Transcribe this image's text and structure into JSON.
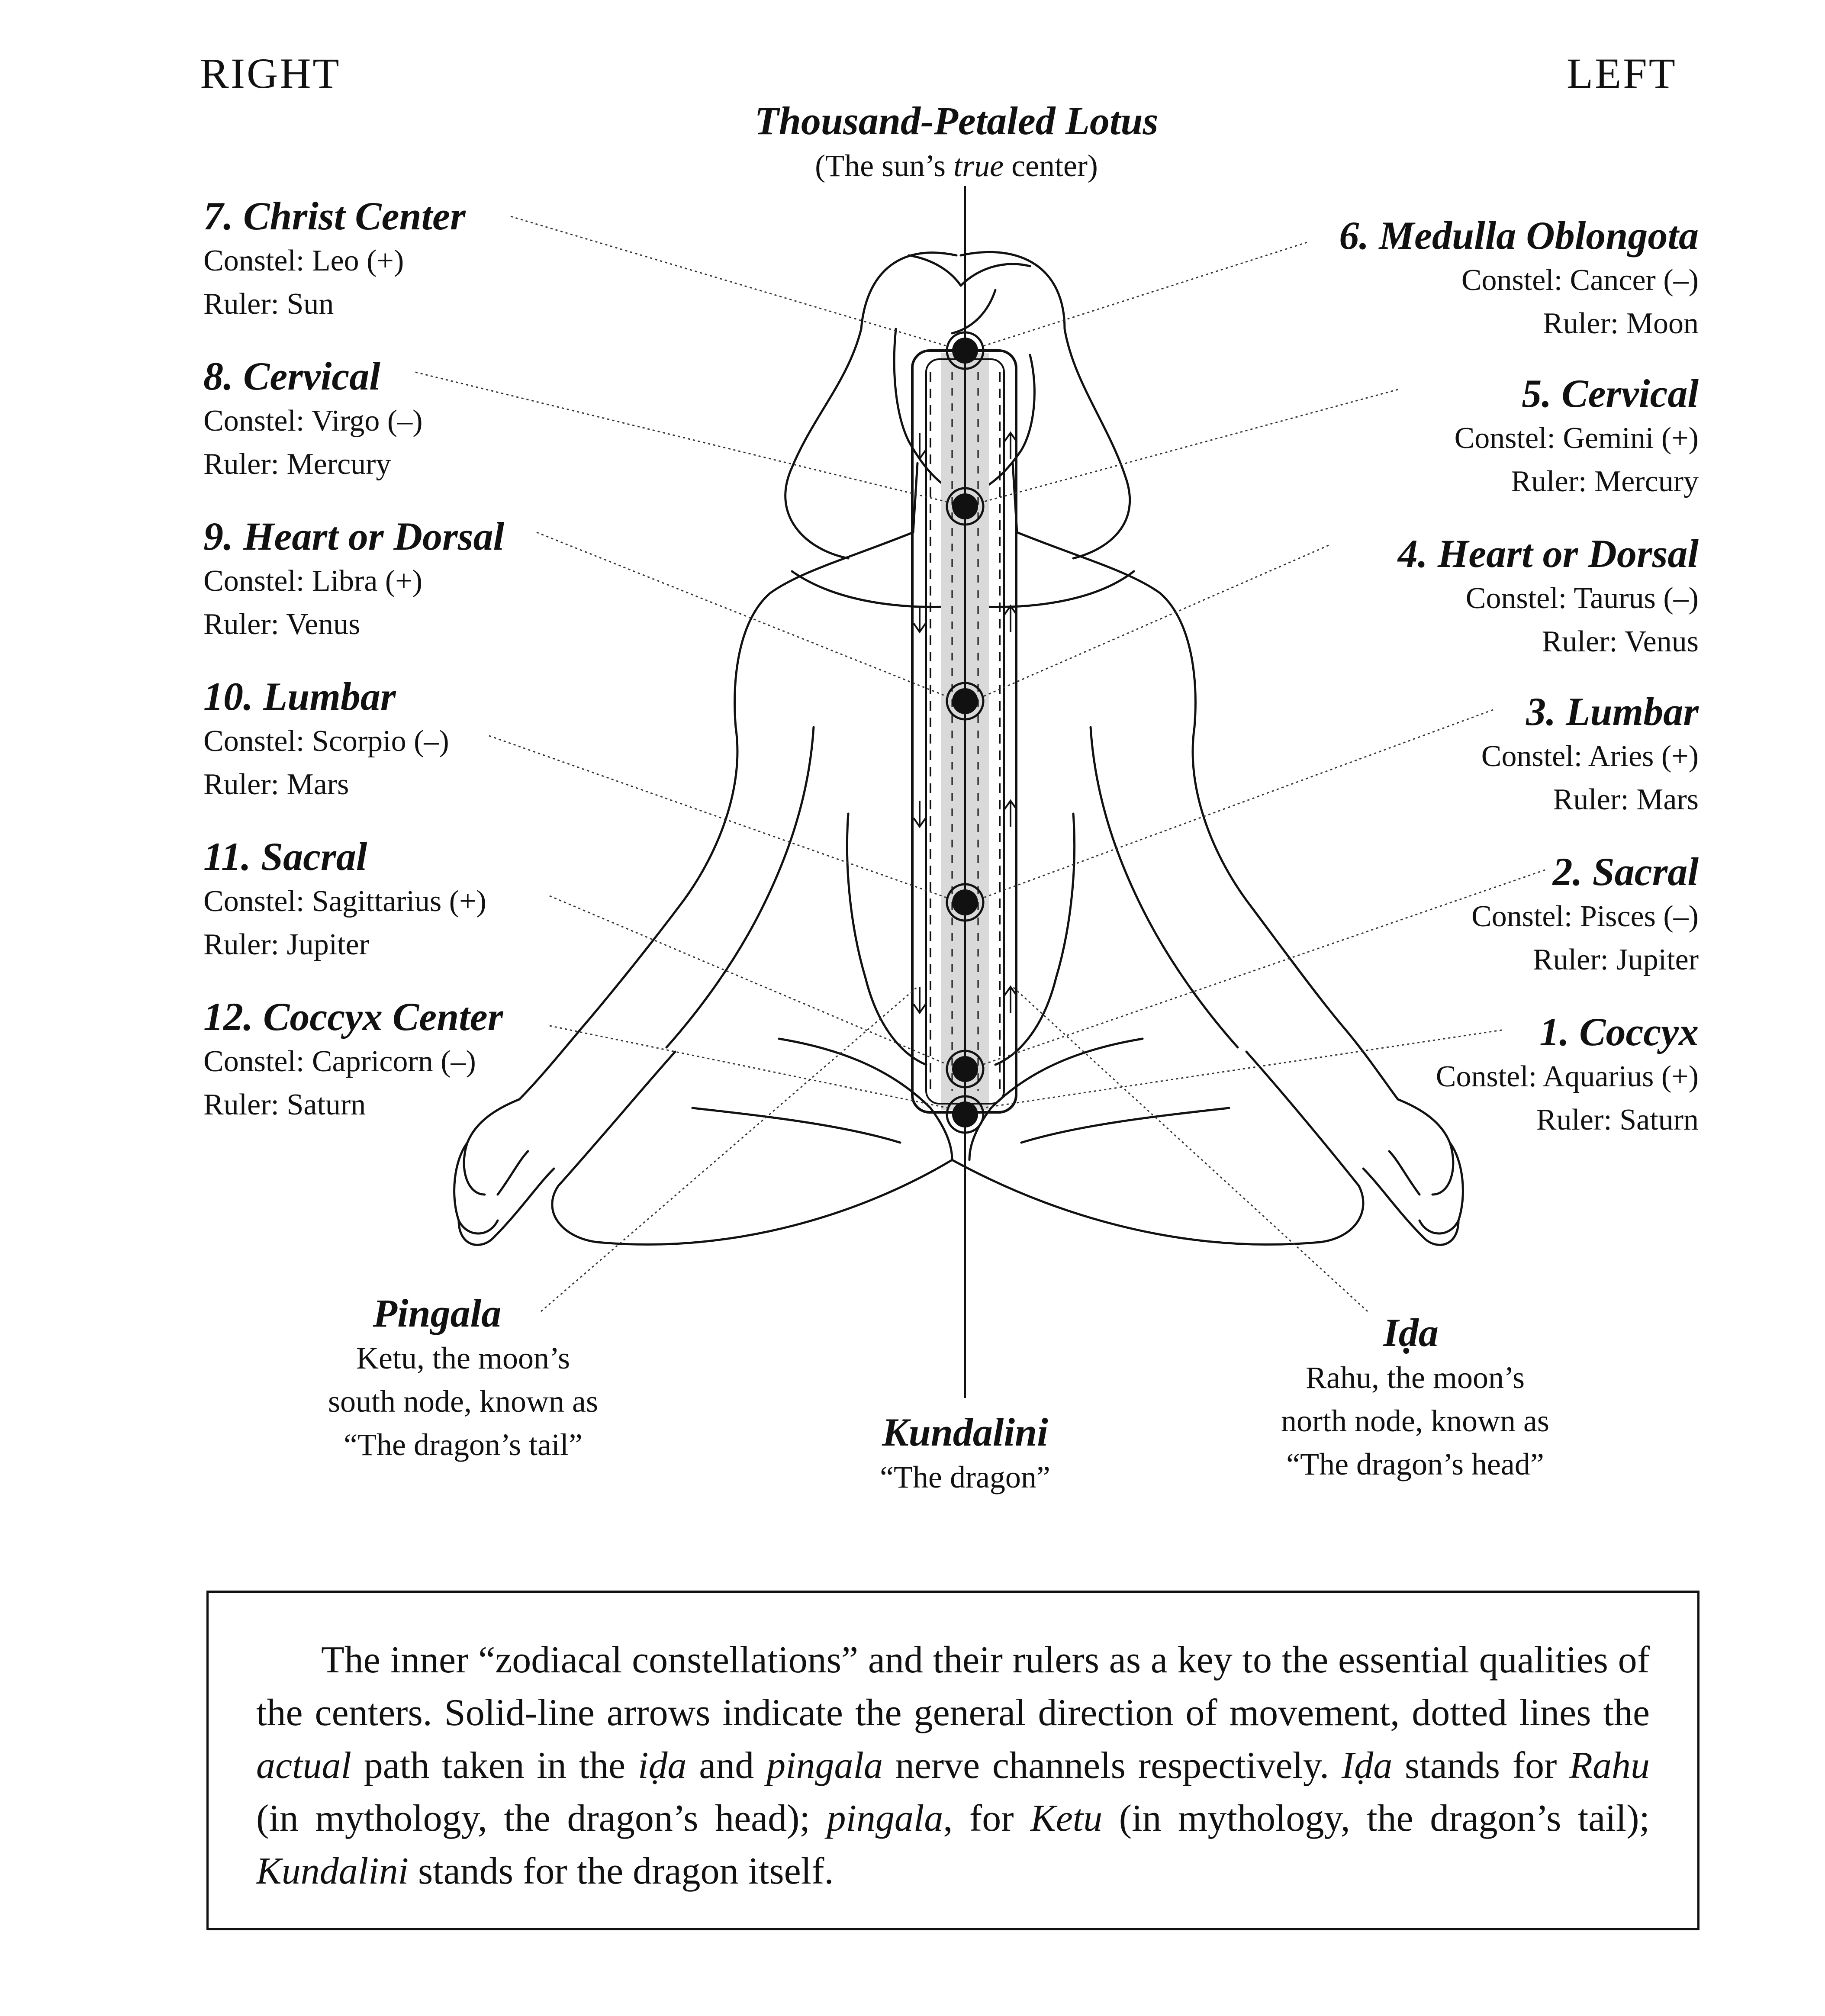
{
  "headers": {
    "right": "RIGHT",
    "left": "LEFT"
  },
  "top": {
    "title": "Thousand-Petaled Lotus",
    "sub_before": "(The sun’s ",
    "sub_italic": "true",
    "sub_after": " center)"
  },
  "centers_right_side": [
    {
      "title": "7. Christ Center",
      "constel": "Constel: Leo (+)",
      "ruler": "Ruler: Sun"
    },
    {
      "title": "8. Cervical",
      "constel": "Constel: Virgo (–)",
      "ruler": "Ruler: Mercury"
    },
    {
      "title": "9. Heart or Dorsal",
      "constel": "Constel: Libra (+)",
      "ruler": "Ruler: Venus"
    },
    {
      "title": "10. Lumbar",
      "constel": "Constel: Scorpio (–)",
      "ruler": "Ruler: Mars"
    },
    {
      "title": "11. Sacral",
      "constel": "Constel: Sagittarius (+)",
      "ruler": "Ruler: Jupiter"
    },
    {
      "title": "12. Coccyx Center",
      "constel": "Constel: Capricorn (–)",
      "ruler": "Ruler: Saturn"
    }
  ],
  "centers_left_side": [
    {
      "title": "6. Medulla Oblongota",
      "constel": "Constel: Cancer (–)",
      "ruler": "Ruler: Moon"
    },
    {
      "title": "5. Cervical",
      "constel": "Constel: Gemini (+)",
      "ruler": "Ruler: Mercury"
    },
    {
      "title": "4. Heart or Dorsal",
      "constel": "Constel: Taurus (–)",
      "ruler": "Ruler: Venus"
    },
    {
      "title": "3. Lumbar",
      "constel": "Constel: Aries (+)",
      "ruler": "Ruler: Mars"
    },
    {
      "title": "2. Sacral",
      "constel": "Constel: Pisces (–)",
      "ruler": "Ruler: Jupiter"
    },
    {
      "title": "1. Coccyx",
      "constel": "Constel: Aquarius (+)",
      "ruler": "Ruler: Saturn"
    }
  ],
  "pingala": {
    "title": "Pingala",
    "lines": [
      "Ketu, the moon’s",
      "south node, known as",
      "“The dragon’s tail”"
    ]
  },
  "kundalini": {
    "title": "Kundalini",
    "lines": [
      "“The dragon”"
    ]
  },
  "ida": {
    "title": "Iḍa",
    "lines": [
      "Rahu, the moon’s",
      "north node, known as",
      "“The dragon’s head”"
    ]
  },
  "caption": {
    "p1": "The inner “zodiacal constellations” and their rulers as a key to the essential qualities of the centers. Solid-line arrows indicate the general direction of movement, dotted lines the ",
    "i1": "actual",
    "p2": " path taken in the ",
    "i2": "iḍa",
    "p3": " and ",
    "i3": "pingala",
    "p4": " nerve channels respectively. ",
    "i4": "Iḍa",
    "p5": " stands for ",
    "i5": "Rahu",
    "p6": " (in mythology, the dragon’s head); ",
    "i6": "pingala",
    "p7": ", for ",
    "i7": "Ketu",
    "p8": " (in mythology, the dragon’s tail); ",
    "i8": "Kundalini",
    "p9": " stands for the dragon itself."
  }
}
